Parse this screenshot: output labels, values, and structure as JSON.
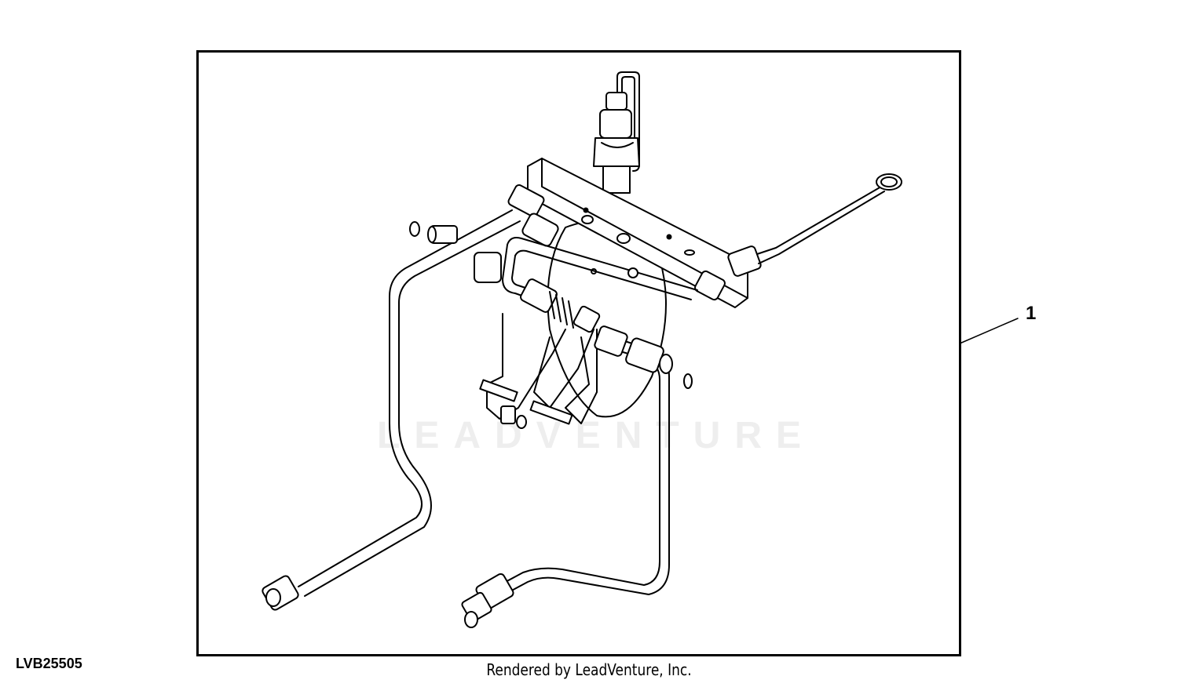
{
  "diagram": {
    "callout_number": "1",
    "figure_id": "LVB25505",
    "credit": "Rendered by LeadVenture, Inc.",
    "watermark": "LEADVENTURE"
  }
}
